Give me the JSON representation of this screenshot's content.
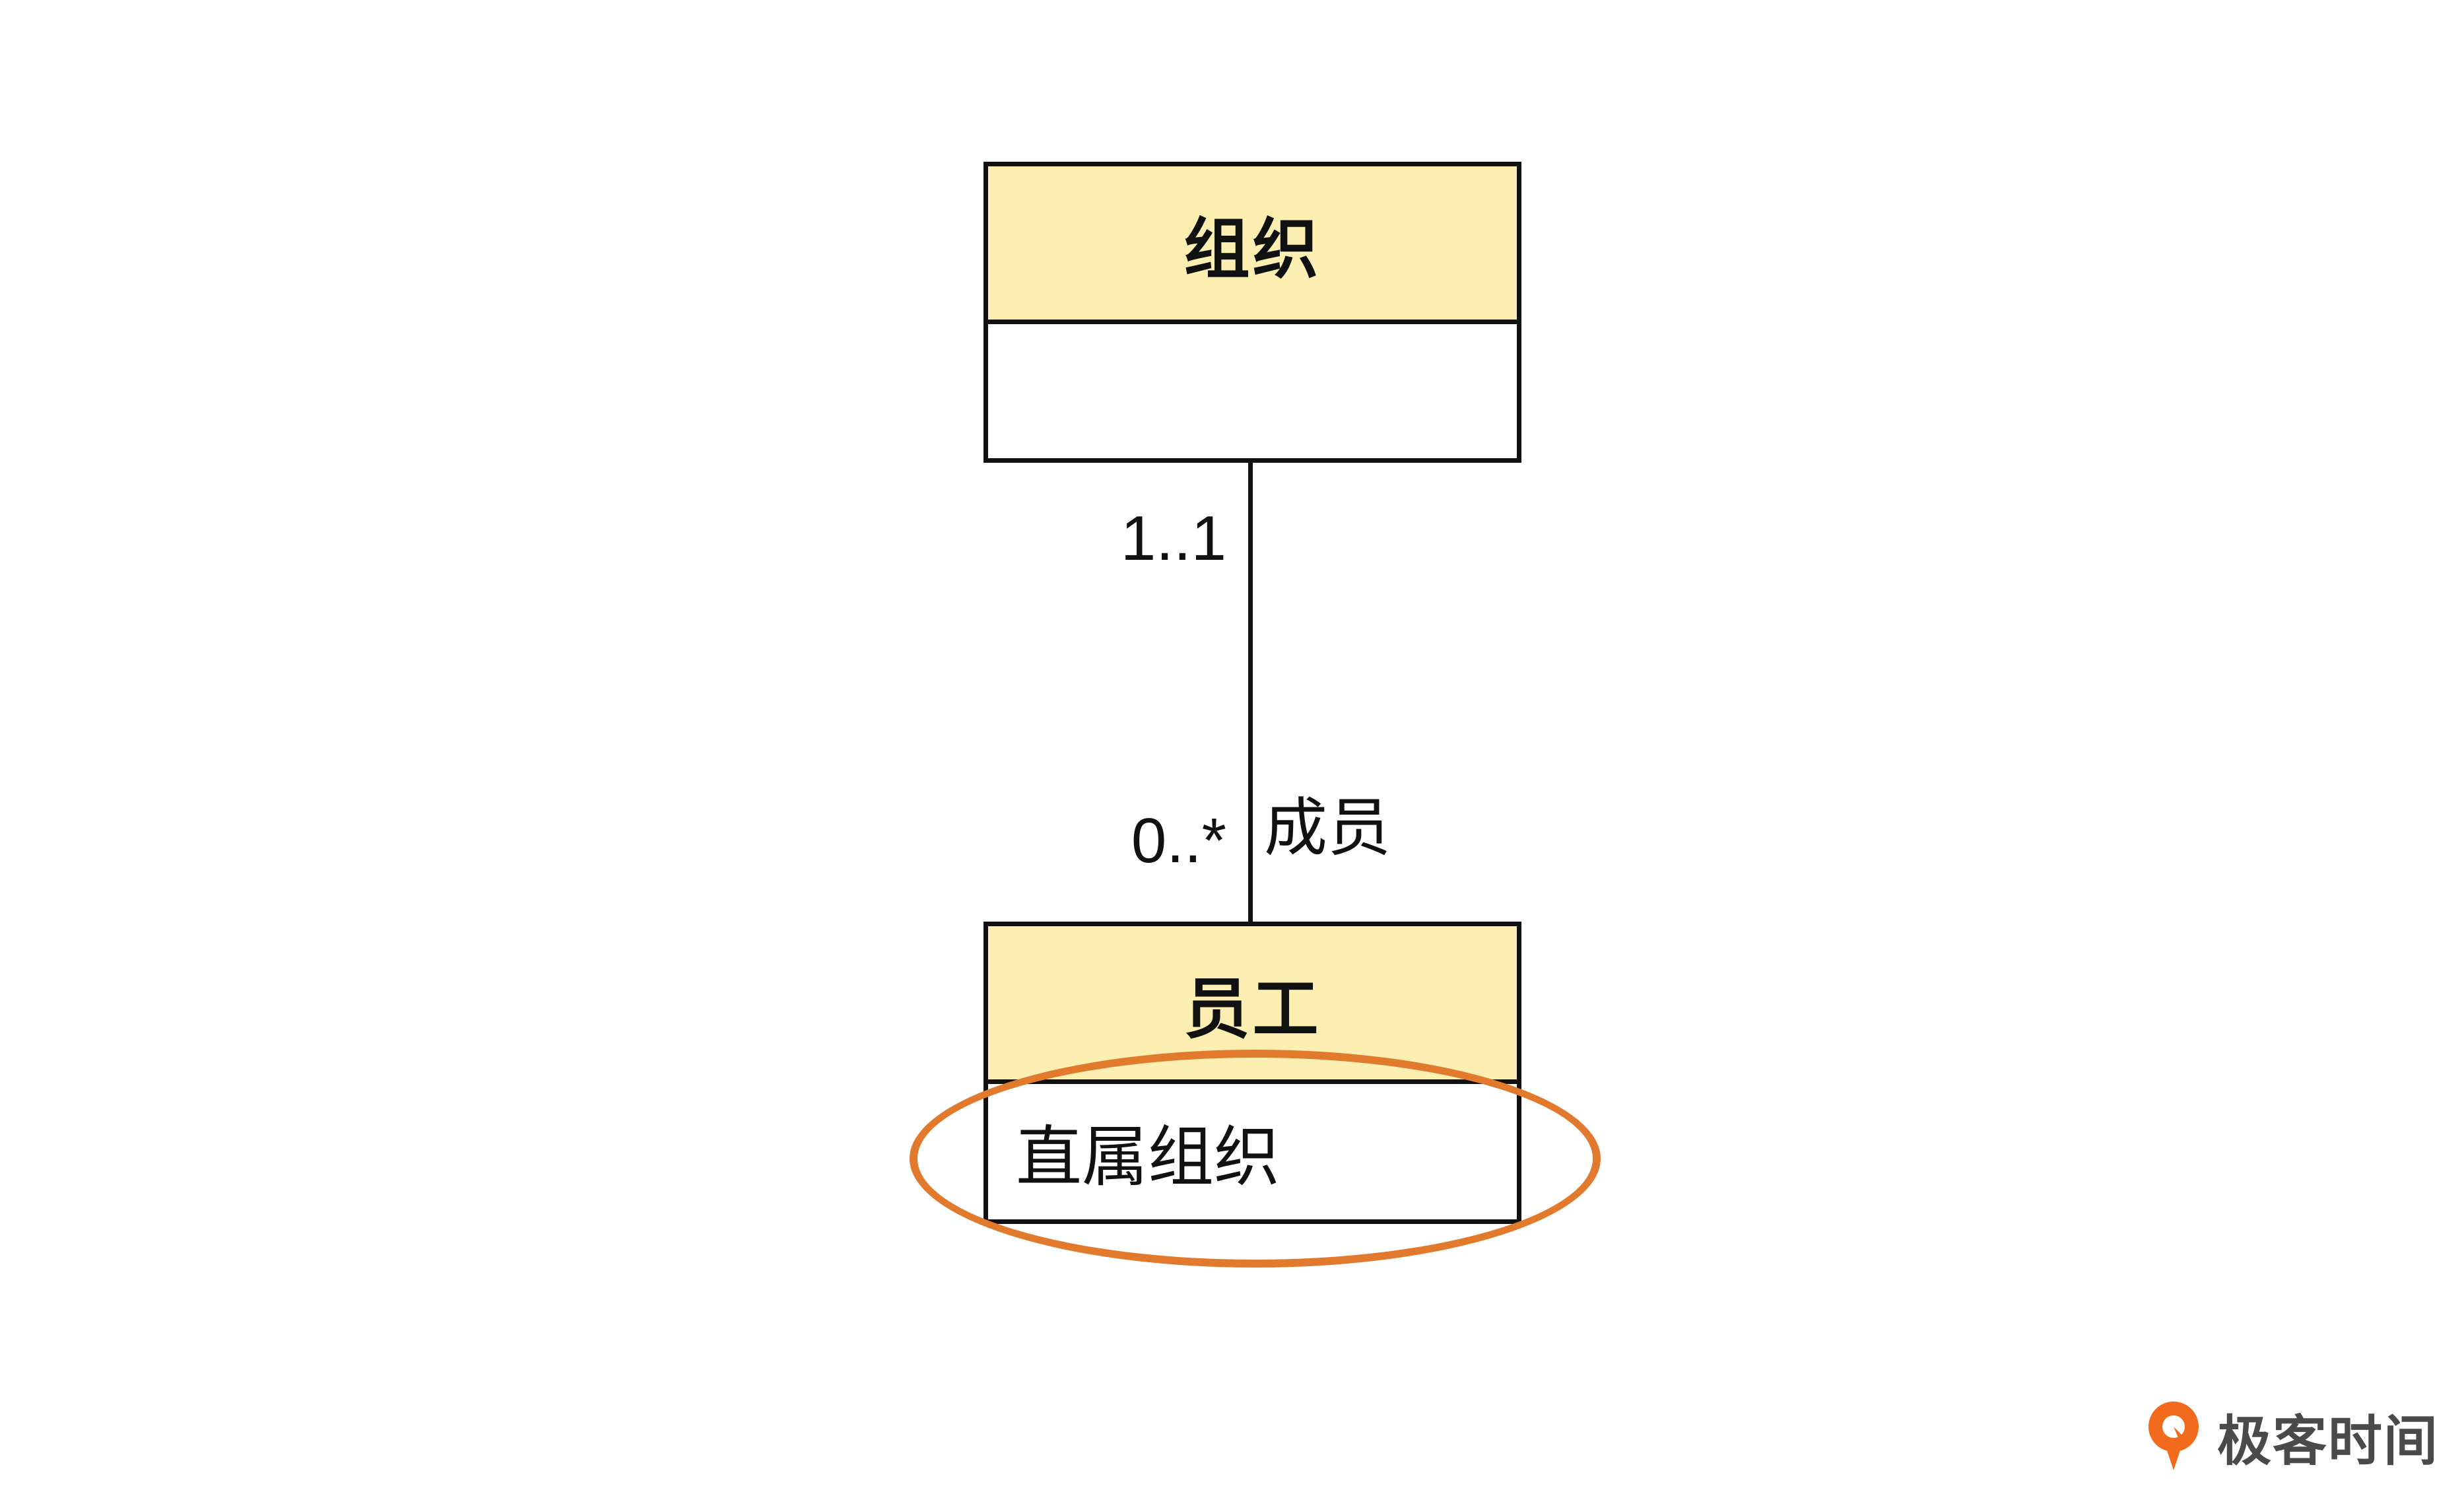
{
  "diagram": {
    "classes": [
      {
        "name": "组织",
        "attributes": []
      },
      {
        "name": "员工",
        "attributes": [
          "直属组织"
        ]
      }
    ],
    "association": {
      "multiplicity_top": "1..1",
      "multiplicity_bottom": "0..*",
      "role": "成员"
    },
    "highlight_color": "#e27a2e",
    "header_color": "#fcefb1"
  },
  "brand": {
    "name": "极客时间",
    "icon": "geektime-logo-icon",
    "color": "#f26a1b"
  }
}
